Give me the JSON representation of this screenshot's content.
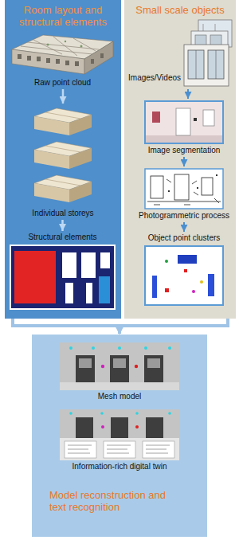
{
  "diagram": {
    "nodes": [
      {
        "text": [
          "Room layout and structural elements"
        ]
      },
      {
        "text": [
          "Raw point cloud"
        ],
        "in": 0
      },
      {
        "text": [
          "Individual storeys"
        ],
        "in": 0
      },
      {
        "text": [
          "Structural elements"
        ],
        "in": 0
      },
      {
        "text": [
          "Small scale objects"
        ]
      },
      {
        "text": [
          "Images/Videos"
        ],
        "in": 4
      },
      {
        "text": [
          "Image segmentation"
        ],
        "in": 4
      },
      {
        "text": [
          "Photogrammetric process"
        ],
        "in": 4
      },
      {
        "text": [
          "Object point clusters"
        ],
        "in": 4
      },
      {
        "text": [
          "Model reconstruction and text recognition"
        ]
      },
      {
        "text": [
          "Mesh model"
        ],
        "in": 9
      },
      {
        "text": [
          "Information-rich digital twin"
        ],
        "in": 9
      }
    ],
    "edges": [
      {
        "from": 1,
        "to": 2,
        "arrow": "to"
      },
      {
        "from": 2,
        "to": 3,
        "arrow": "to"
      },
      {
        "from": 5,
        "to": 6,
        "arrow": "to"
      },
      {
        "from": 6,
        "to": 7,
        "arrow": "to"
      },
      {
        "from": 7,
        "to": 8,
        "arrow": "to"
      },
      {
        "from": 0,
        "to": 9,
        "arrow": "to"
      },
      {
        "from": 4,
        "to": 9,
        "arrow": "to"
      }
    ]
  }
}
